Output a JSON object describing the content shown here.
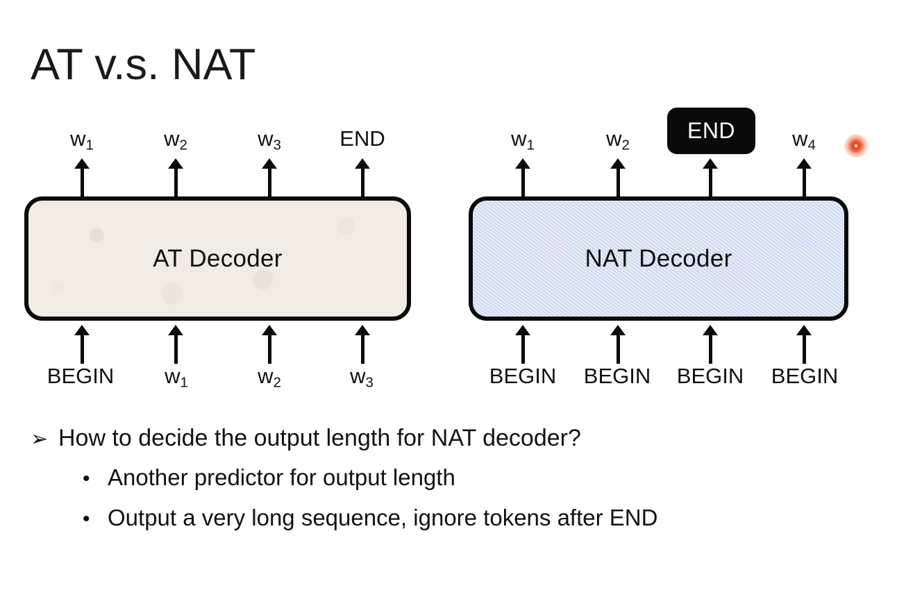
{
  "slide": {
    "title": "AT v.s. NAT",
    "background_color": "#ffffff"
  },
  "diagrams": [
    {
      "id": "at",
      "box_label": "AT Decoder",
      "box_fill_color": "#f1ece3",
      "box_border_color": "#0a0a0a",
      "outputs": [
        {
          "text": "w",
          "sub": "1"
        },
        {
          "text": "w",
          "sub": "2"
        },
        {
          "text": "w",
          "sub": "3"
        },
        {
          "text": "END",
          "sub": ""
        }
      ],
      "inputs": [
        {
          "text": "BEGIN",
          "sub": ""
        },
        {
          "text": "w",
          "sub": "1"
        },
        {
          "text": "w",
          "sub": "2"
        },
        {
          "text": "w",
          "sub": "3"
        }
      ]
    },
    {
      "id": "nat",
      "box_label": "NAT Decoder",
      "box_fill_color": "#d3e0f1",
      "box_border_color": "#0a0a0a",
      "outputs": [
        {
          "text": "w",
          "sub": "1"
        },
        {
          "text": "w",
          "sub": "2"
        },
        {
          "text": "END",
          "sub": ""
        },
        {
          "text": "w",
          "sub": "4"
        }
      ],
      "inputs": [
        {
          "text": "BEGIN",
          "sub": ""
        },
        {
          "text": "BEGIN",
          "sub": ""
        },
        {
          "text": "BEGIN",
          "sub": ""
        },
        {
          "text": "BEGIN",
          "sub": ""
        }
      ]
    }
  ],
  "highlight": {
    "end_badge_text": "END",
    "badge_background_color": "#0a0a0a",
    "badge_text_color": "#ffffff"
  },
  "pointer": {
    "name": "laser-pointer-dot",
    "color": "#e8401c"
  },
  "bullets": {
    "marker_level1": "➢",
    "marker_level2": "•",
    "level1": "How to decide the output length for NAT decoder?",
    "level2": [
      "Another predictor for output length",
      "Output a very long sequence, ignore tokens after END"
    ]
  }
}
